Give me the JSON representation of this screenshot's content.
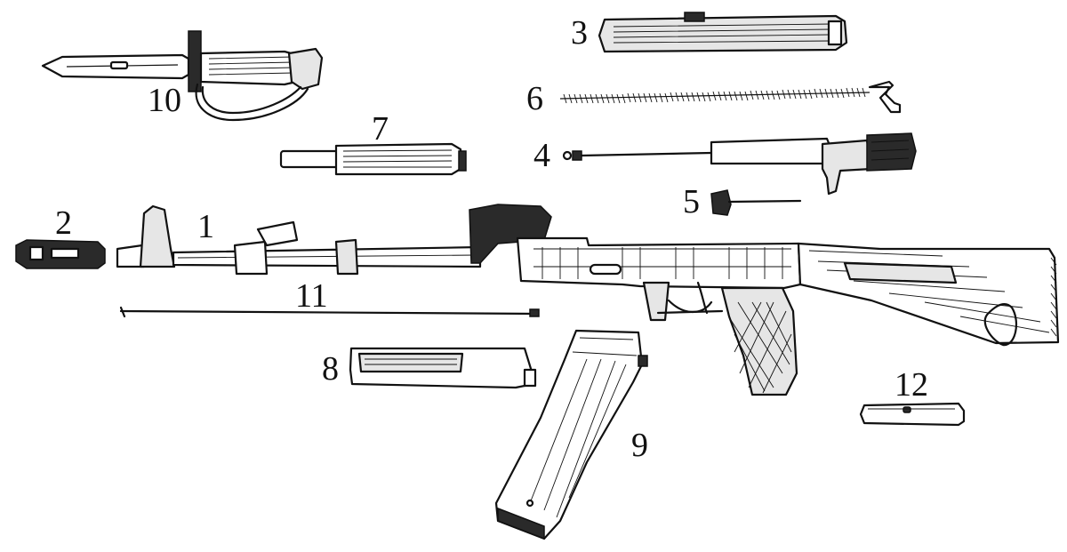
{
  "labels": {
    "p1": "1",
    "p2": "2",
    "p3": "3",
    "p4": "4",
    "p5": "5",
    "p6": "6",
    "p7": "7",
    "p8": "8",
    "p9": "9",
    "p10": "10",
    "p11": "11",
    "p12": "12"
  },
  "colors": {
    "ink": "#111111",
    "background": "#ffffff"
  }
}
